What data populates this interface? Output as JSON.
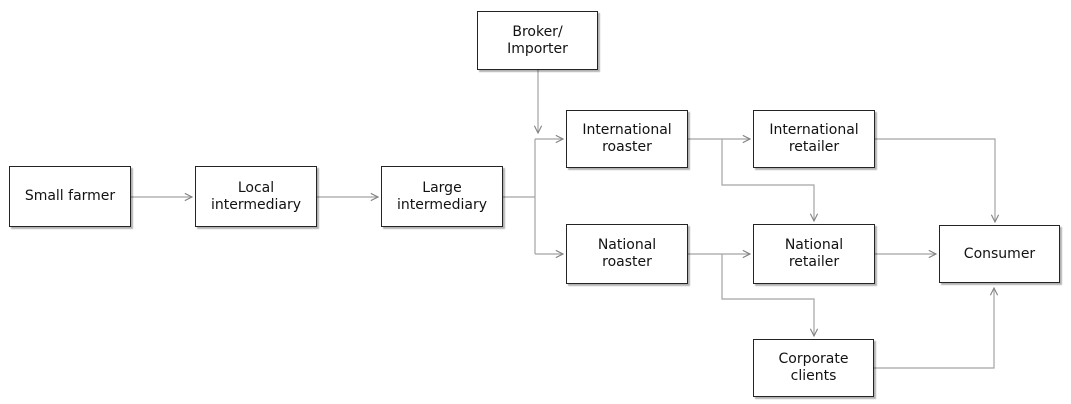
{
  "diagram": {
    "nodes": {
      "small_farmer": {
        "label": "Small farmer"
      },
      "local_intermediary": {
        "label": "Local\nintermediary"
      },
      "large_intermediary": {
        "label": "Large\nintermediary"
      },
      "broker_importer": {
        "label": "Broker/\nImporter"
      },
      "international_roaster": {
        "label": "International\nroaster"
      },
      "national_roaster": {
        "label": "National\nroaster"
      },
      "international_retailer": {
        "label": "International\nretailer"
      },
      "national_retailer": {
        "label": "National\nretailer"
      },
      "corporate_clients": {
        "label": "Corporate\nclients"
      },
      "consumer": {
        "label": "Consumer"
      }
    },
    "edges": [
      {
        "from": "Small farmer",
        "to": "Local intermediary"
      },
      {
        "from": "Local intermediary",
        "to": "Large intermediary"
      },
      {
        "from": "Large intermediary",
        "to": "International roaster"
      },
      {
        "from": "Large intermediary",
        "to": "National roaster"
      },
      {
        "from": "Broker/Importer",
        "to": "International roaster"
      },
      {
        "from": "International roaster",
        "to": "International retailer"
      },
      {
        "from": "International roaster",
        "to": "National retailer"
      },
      {
        "from": "National roaster",
        "to": "National retailer"
      },
      {
        "from": "National roaster",
        "to": "Corporate clients"
      },
      {
        "from": "International retailer",
        "to": "Consumer"
      },
      {
        "from": "National retailer",
        "to": "Consumer"
      },
      {
        "from": "Corporate clients",
        "to": "Consumer"
      }
    ],
    "colors": {
      "connector": "#a3a3a3",
      "arrowhead": "#808080",
      "node_border": "#242424",
      "node_fill": "#ffffff",
      "text": "#121212",
      "background": "#ffffff"
    }
  }
}
